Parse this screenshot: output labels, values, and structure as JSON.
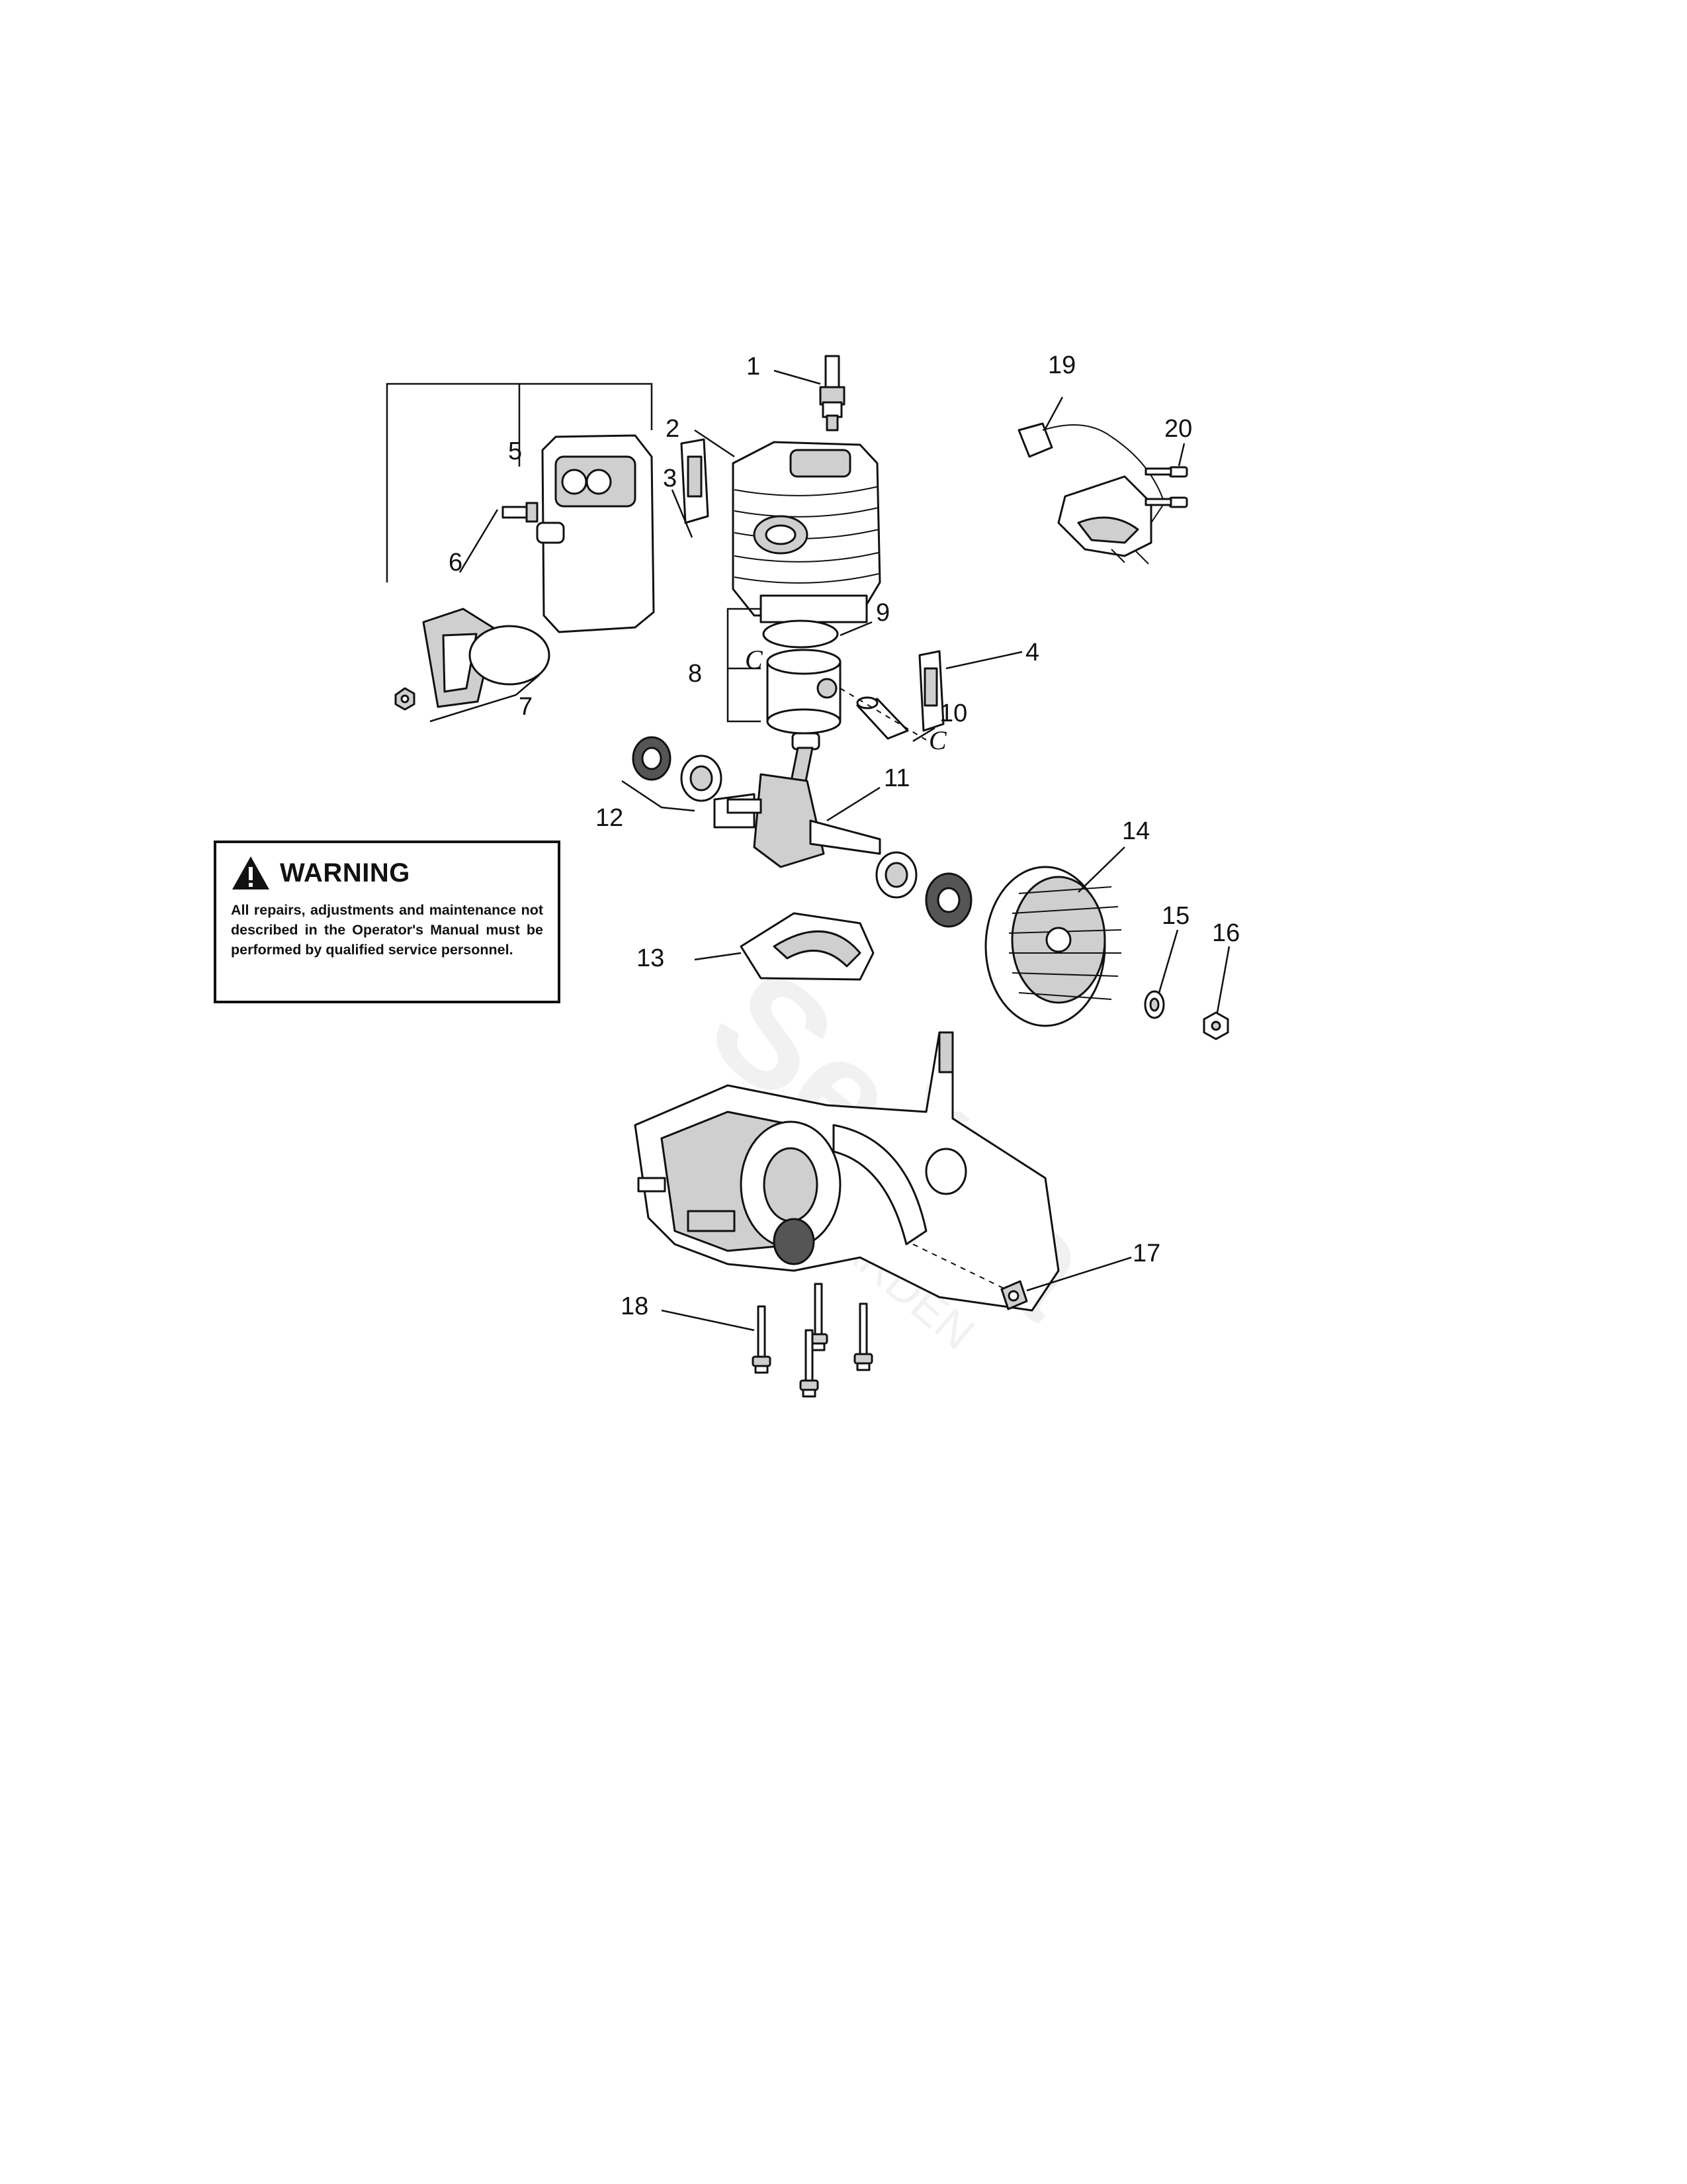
{
  "callouts": [
    "1",
    "2",
    "3",
    "4",
    "5",
    "6",
    "7",
    "8",
    "9",
    "10",
    "11",
    "12",
    "13",
    "14",
    "15",
    "16",
    "17",
    "18",
    "19",
    "20"
  ],
  "pin_marks": [
    "C",
    "C"
  ],
  "warning": {
    "title": "WARNING",
    "text": "All repairs, adjustments and maintenance not described in the Operator's Manual must be performed by qualified  service personnel."
  },
  "watermark": {
    "brand": "Sečka",
    "sub": "GARDEN"
  },
  "icons": [
    "warning-triangle-icon"
  ]
}
